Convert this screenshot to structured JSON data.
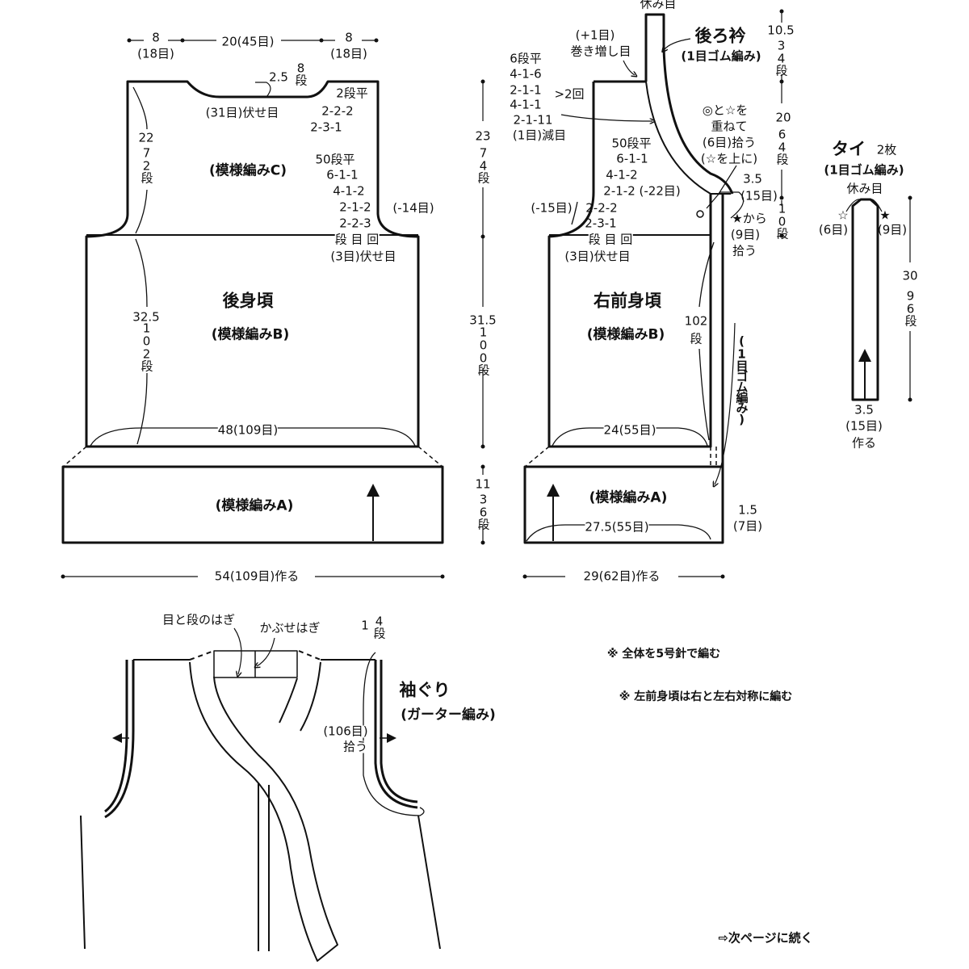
{
  "back": {
    "width_left": "8",
    "width_left_sts": "(18目)",
    "width_center": "20(45目)",
    "width_right": "8",
    "width_right_sts": "(18目)",
    "neck_depth": "2.5",
    "neck_depth_rows": "8段",
    "neck_bindoff": "(31目)伏せ目",
    "neck_shaping": [
      "2段平",
      "2-2-2",
      "2-3-1"
    ],
    "yoke_height": "22",
    "yoke_rows": "72段",
    "pattern_c": "(模様編みC)",
    "armhole_shaping": [
      "50段平",
      "6-1-1",
      "4-1-2",
      "2-1-2",
      "2-2-3",
      "段 目 回",
      "(3目)伏せ目"
    ],
    "armhole_dec": "(-14目)",
    "title": "後身頃",
    "pattern_b": "(模様編みB)",
    "body_height": "32.5",
    "body_rows": "102段",
    "body_width": "48(109目)",
    "pattern_a": "(模様編みA)",
    "cast_on": "54(109目)作る",
    "dim_yoke": "23",
    "dim_yoke_rows": "74段",
    "dim_body": "31.5",
    "dim_body_rows": "100段",
    "dim_hem": "11",
    "dim_hem_rows": "36段"
  },
  "front": {
    "live_sts": "休み目",
    "inc": "(+1目)",
    "inc_label": "巻き増し目",
    "collar_title": "後ろ衿",
    "collar_pattern": "(1目ゴム編み)",
    "neck_shaping": [
      "6段平",
      "4-1-6",
      "2-1-1",
      "4-1-1",
      "2-1-11",
      "(1目)減目"
    ],
    "repeat": ">2回",
    "armhole_shaping": [
      "50段平",
      "6-1-1",
      "4-1-2",
      "2-1-2 (-22目)",
      "2-2-2",
      "2-3-1",
      "段 目 回",
      "(3目)伏せ目"
    ],
    "armhole_dec": "(-15目)",
    "pickup_note": [
      "◎と☆を",
      "重ねて",
      "(6目)拾う",
      "(☆を上に)"
    ],
    "band_width": "3.5",
    "band_width_sts": "(15目)",
    "pickup_star": [
      "★から",
      "(9目)",
      "拾う"
    ],
    "collar_dim_1": "10.5",
    "collar_dim_1_rows": "34段",
    "collar_dim_2": "20",
    "collar_dim_2_rows": "64段",
    "collar_dim_3_rows": "10段",
    "title": "右前身頃",
    "pattern_b": "(模様編みB)",
    "edge_rows": "102",
    "edge_rows_unit": "段",
    "edge_band": "(1目ゴム編み)",
    "body_width": "24(55目)",
    "pattern_a": "(模様編みA)",
    "hem_width": "27.5(55目)",
    "band": "1.5",
    "band_sts": "(7目)",
    "cast_on": "29(62目)作る"
  },
  "tie": {
    "title": "タイ",
    "count": "2枚",
    "pattern": "(1目ゴム編み)",
    "live_sts": "休み目",
    "star_open": "☆",
    "star_filled": "★",
    "left_sts": "(6目)",
    "right_sts": "(9目)",
    "length": "30",
    "length_rows": "96段",
    "width": "3.5",
    "width_sts": "(15目)",
    "cast_on": "作る"
  },
  "assembly": {
    "graft_label": "目と段のはぎ",
    "bindoff_seam_label": "かぶせはぎ",
    "armband_depth": "1",
    "armband_rows": "4段",
    "armhole_title": "袖ぐり",
    "armhole_pattern": "(ガーター編み)",
    "pickup": "(106目)",
    "pickup_verb": "拾う"
  },
  "notes": [
    "※ 全体を5号針で編む",
    "※ 左前身頃は右と左右対称に編む"
  ],
  "continued": "⇨次ページに続く"
}
